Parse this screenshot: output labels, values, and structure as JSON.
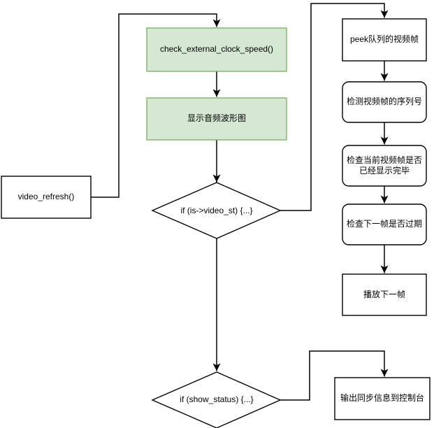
{
  "diagram": {
    "background": "#ffffff",
    "colors": {
      "process_fill": "#d5e8d4",
      "process_stroke": "#82b366",
      "shape_fill": "#ffffff",
      "shape_stroke": "#000000",
      "line_color": "#000000",
      "arrow_fill": "#000000",
      "text_color": "#000000"
    },
    "nodes": {
      "check_external_clock_speed": {
        "label": "check_external_clock_speed()"
      },
      "show_audio_waveform": {
        "label": "显示音频波形图"
      },
      "video_refresh": {
        "label": "video_refresh()"
      },
      "if_video_st": {
        "label": "if (is->video_st) {...}"
      },
      "peek_queue_video_frame": {
        "label": "peek队列的视频帧"
      },
      "check_frame_serial": {
        "label": "检测视频帧的序列号"
      },
      "check_current_frame_displayed": {
        "label": "检查当前视频帧是否已经显示完毕"
      },
      "check_next_frame_expired": {
        "label": "检查下一帧是否过期"
      },
      "play_next_frame": {
        "label": "播放下一帧"
      },
      "if_show_status": {
        "label": "if (show_status) {...}"
      },
      "output_sync_info": {
        "label": "输出同步信息到控制台"
      }
    }
  }
}
